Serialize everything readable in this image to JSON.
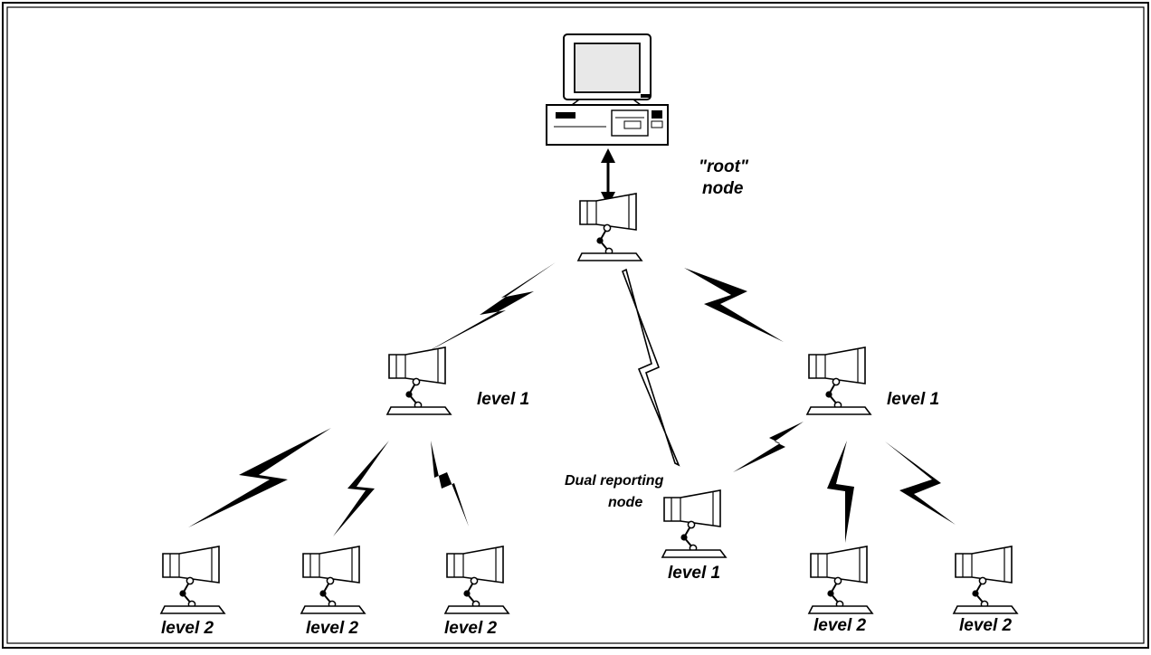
{
  "labels": {
    "root_line1": "\"root\"",
    "root_line2": "node",
    "level1": "level 1",
    "level2": "level 2",
    "dual_line1": "Dual reporting",
    "dual_line2": "node"
  },
  "colors": {
    "ink": "#000000",
    "paper": "#ffffff",
    "bolt": "#000000",
    "screen": "#e8e8e8"
  },
  "icons": {
    "root": "desktop-computer-icon",
    "node": "sensor-node-icon",
    "link": "wireless-lightning-bolt-icon",
    "cable": "bidirectional-arrow-icon"
  }
}
